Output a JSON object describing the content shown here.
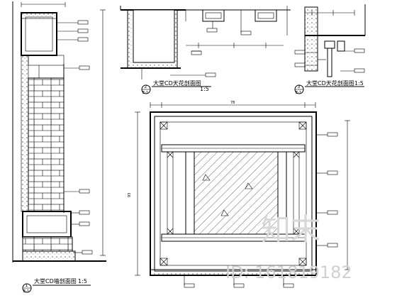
{
  "drawing": {
    "section_1": {
      "number": "1",
      "sheet_ref": "E-1",
      "title": "大堂CD墙剖面图",
      "scale": "1:5"
    },
    "section_2": {
      "number": "2",
      "sheet_ref": "E-1",
      "title": "大堂CD天花剖面图",
      "scale": "1:5"
    },
    "section_3": {
      "number": "3",
      "sheet_ref": "E-1",
      "title": "大堂CD天花剖面图",
      "scale": "1:5"
    },
    "panel_dimension_top": "78",
    "panel_dimension_side": "93"
  },
  "watermark": {
    "brand": "知末",
    "id_text": "ID: 161819182"
  }
}
